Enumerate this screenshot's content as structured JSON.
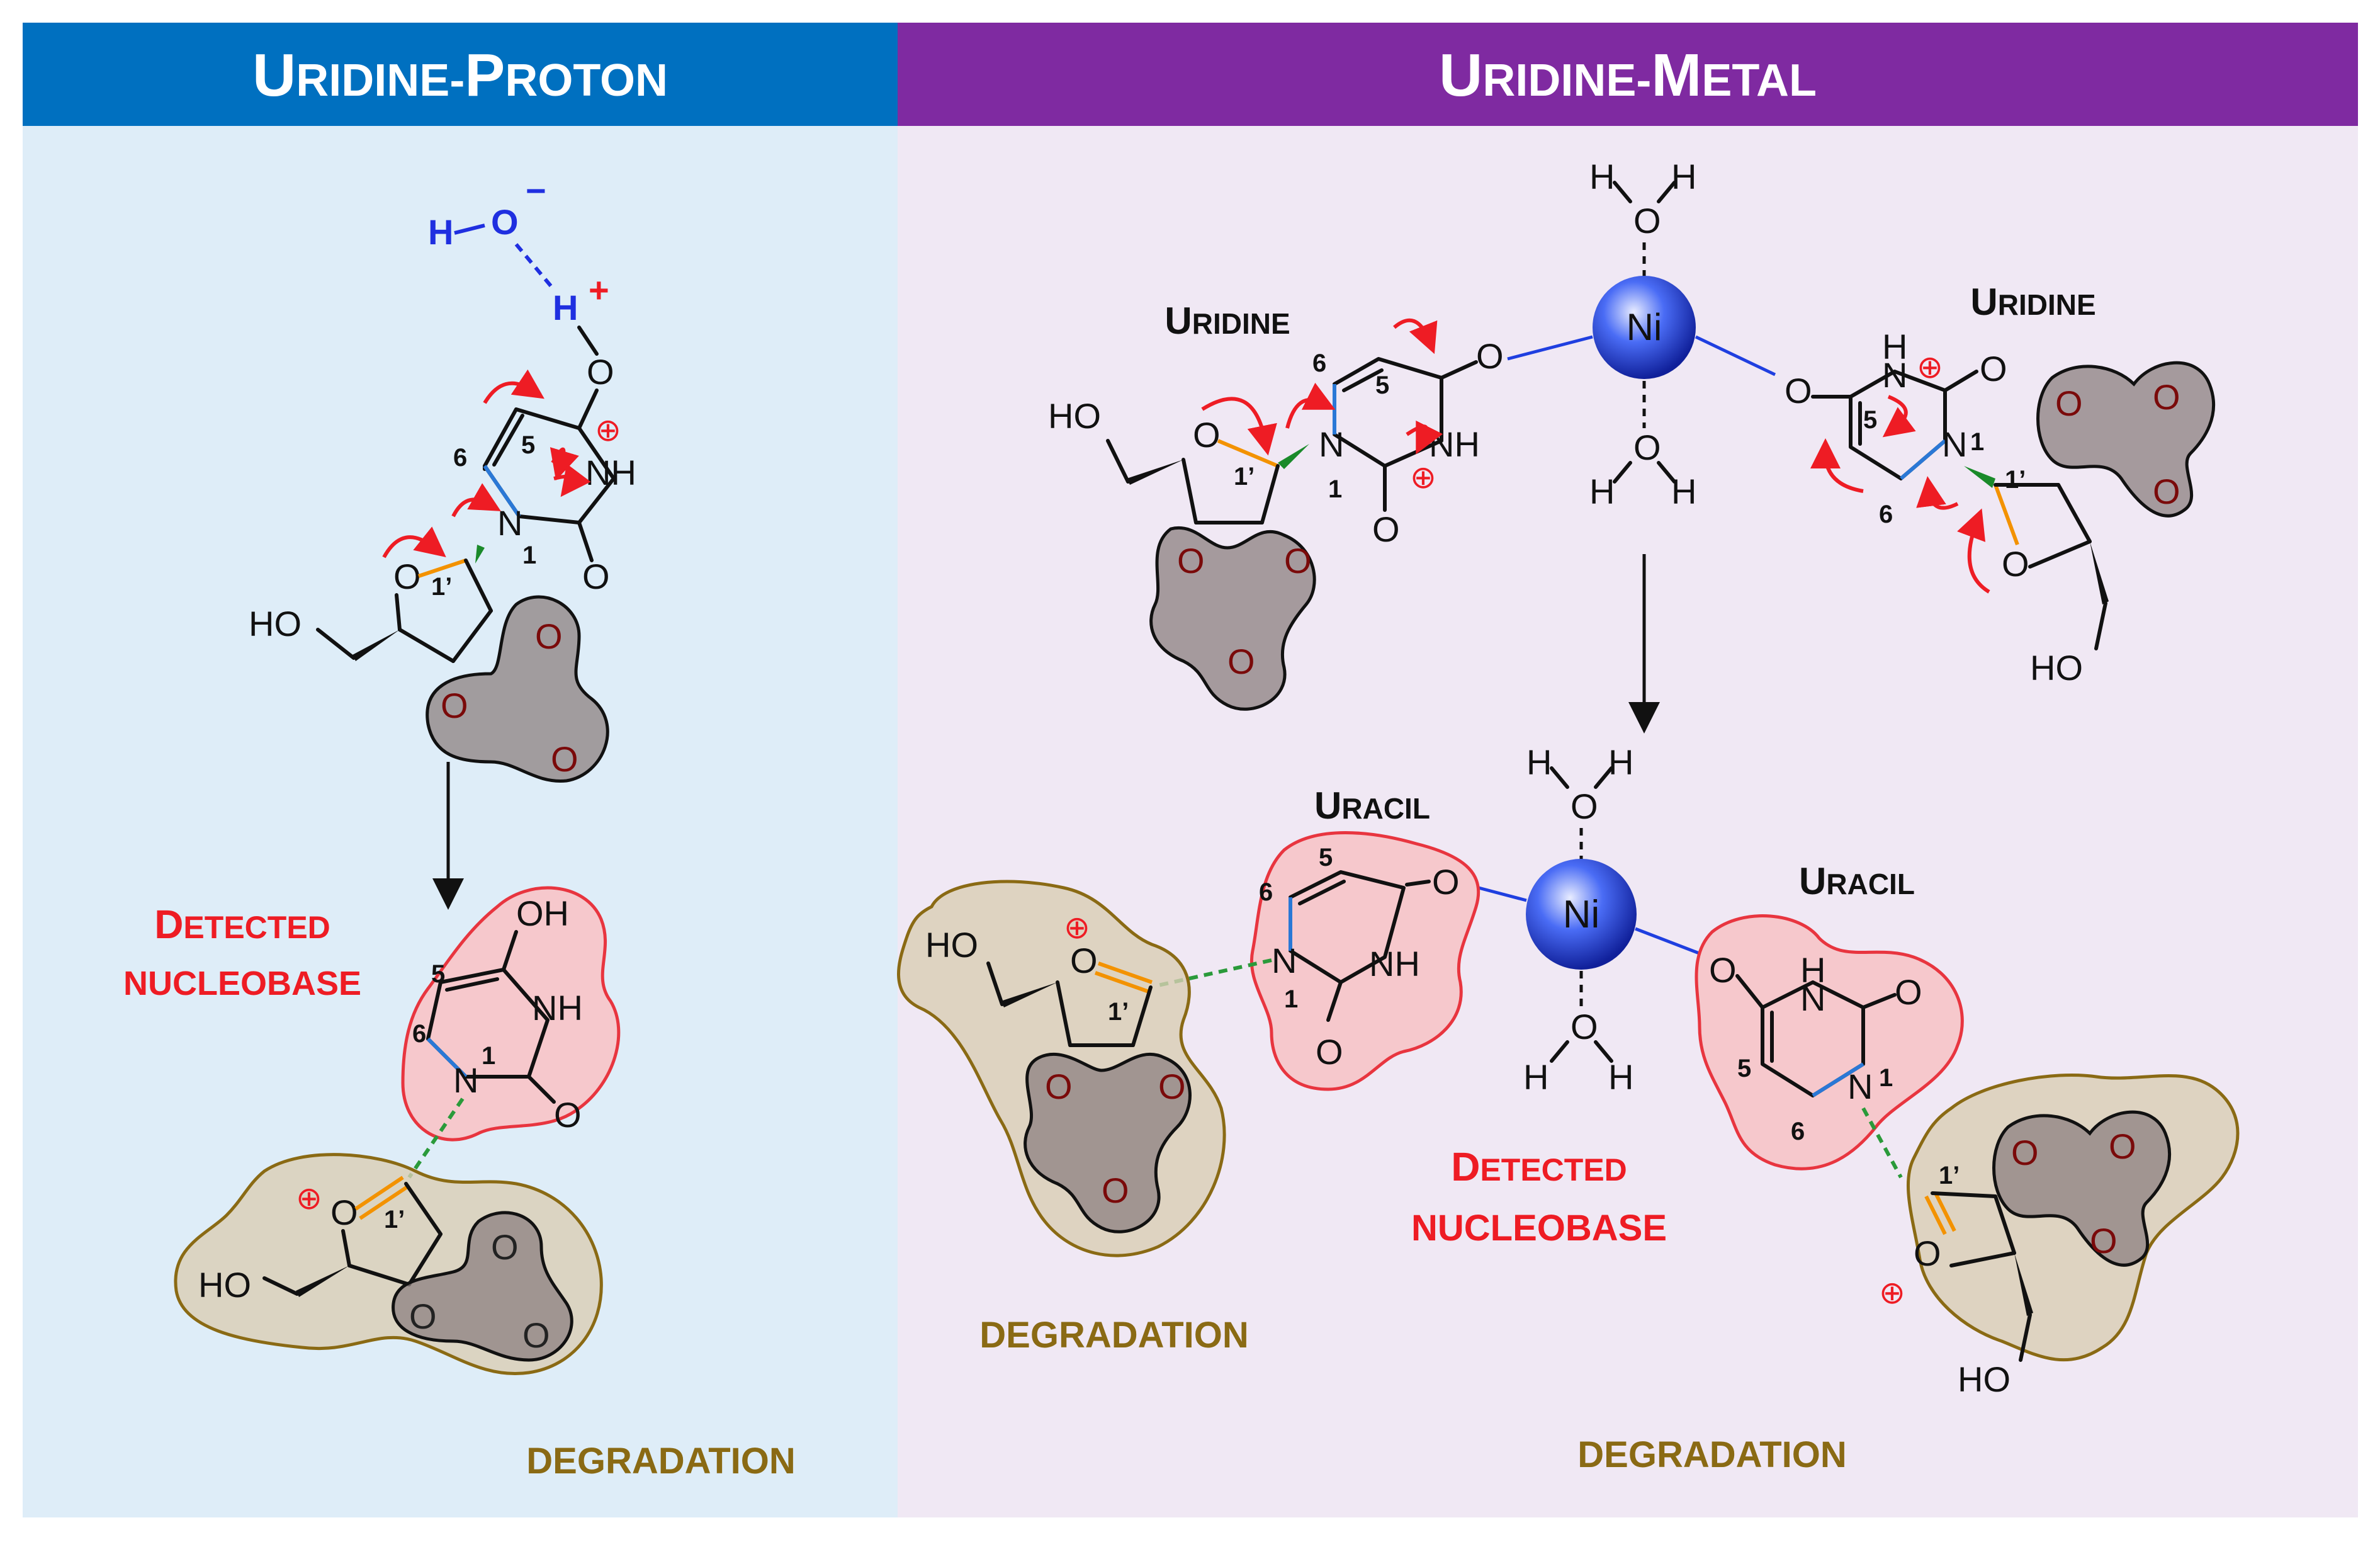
{
  "panels": {
    "left": {
      "title_first": "U",
      "title_rest": "RIDINE-",
      "title_p": "P",
      "title_rest2": "ROTON"
    },
    "right": {
      "title_first": "U",
      "title_rest": "RIDINE-",
      "title_m": "M",
      "title_rest2": "ETAL"
    }
  },
  "labels": {
    "uridine_a_first": "U",
    "uridine_a_rest": "RIDINE",
    "uridine_b_first": "U",
    "uridine_b_rest": "RIDINE",
    "uracil_a_first": "U",
    "uracil_a_rest": "RACIL",
    "uracil_b_first": "U",
    "uracil_b_rest": "RACIL",
    "detected_left_1_first": "D",
    "detected_left_1_rest": "ETECTED",
    "detected_left_2": "NUCLEOBASE",
    "detected_right_1_first": "D",
    "detected_right_1_rest": "ETECTED",
    "detected_right_2": "NUCLEOBASE",
    "degradation_left": "DEGRADATION",
    "degradation_mid": "DEGRADATION",
    "degradation_right": "DEGRADATION"
  },
  "atoms": {
    "H": "H",
    "O": "O",
    "N": "N",
    "NH": "NH",
    "HO": "HO",
    "OH": "OH",
    "Ni": "Ni",
    "minus": "−",
    "plus": "+",
    "oplus": "⊕",
    "n1": "1",
    "n5": "5",
    "n6": "6",
    "n1p": "1’"
  },
  "colors": {
    "left_header": "#0070c0",
    "right_header": "#7f2aa1",
    "left_bg": "#deedf8",
    "right_bg": "#f0e8f4",
    "nucleobase_fill": "#f6c8cc",
    "nucleobase_stroke": "#e8353f",
    "degradation_fill": "#d9cdb4",
    "degradation_stroke": "#8a6a14",
    "carboxy_fill": "#8c8080",
    "arrow_red": "#ee1c24",
    "bond_blue": "#2a78d6",
    "bond_orange": "#f39200",
    "wedge_green": "#1a8a2a",
    "hbond_green": "#2a9a3a",
    "ni_blue": "#1f3fe0"
  }
}
